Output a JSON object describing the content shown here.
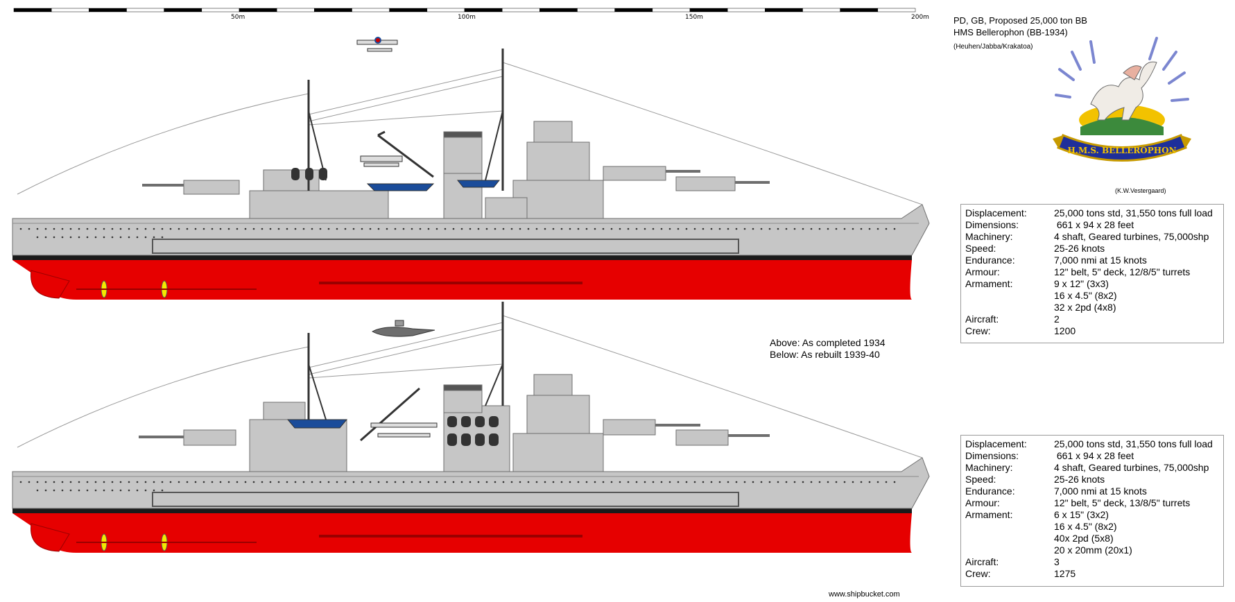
{
  "scale_bar": {
    "ticks": [
      "50m",
      "100m",
      "150m",
      "200m"
    ]
  },
  "header": {
    "line1": "PD, GB, Proposed 25,000 ton BB",
    "line2": "HMS Bellerophon (BB-1934)",
    "line3": "(Heuhen/Jabba/Krakatoa)"
  },
  "crest": {
    "motto": "H.M.S. BELLEROPHON",
    "icon": "pegasus-crest-icon"
  },
  "credit": "(K.W.Vestergaard)",
  "caption": {
    "above": "Above: As completed 1934",
    "below": "Below: As rebuilt 1939-40"
  },
  "specs_1934": [
    {
      "key": "Displacement:",
      "value": "25,000 tons std, 31,550 tons full load"
    },
    {
      "key": "Dimensions:",
      "value": " 661 x 94 x 28 feet"
    },
    {
      "key": "Machinery:",
      "value": "4 shaft, Geared turbines, 75,000shp"
    },
    {
      "key": "Speed:",
      "value": "25-26 knots"
    },
    {
      "key": "Endurance:",
      "value": "7,000 nmi at 15 knots"
    },
    {
      "key": "Armour:",
      "value": "12\" belt, 5\" deck, 12/8/5\" turrets"
    },
    {
      "key": "Armament:",
      "value": "9 x 12\" (3x3)"
    },
    {
      "key": "",
      "value": "16 x 4.5\" (8x2)"
    },
    {
      "key": "",
      "value": "32 x 2pd (4x8)"
    },
    {
      "key": "Aircraft:",
      "value": "2"
    },
    {
      "key": "Crew:",
      "value": "1200"
    }
  ],
  "specs_1939": [
    {
      "key": "Displacement:",
      "value": "25,000 tons std, 31,550 tons full load"
    },
    {
      "key": "Dimensions:",
      "value": " 661 x 94 x 28 feet"
    },
    {
      "key": "Machinery:",
      "value": "4 shaft, Geared turbines, 75,000shp"
    },
    {
      "key": "Speed:",
      "value": "25-26 knots"
    },
    {
      "key": "Endurance:",
      "value": "7,000 nmi at 15 knots"
    },
    {
      "key": "Armour:",
      "value": "12\" belt, 5\" deck, 13/8/5\" turrets"
    },
    {
      "key": "Armament:",
      "value": "6 x 15\" (3x2)"
    },
    {
      "key": "",
      "value": "16 x 4.5\" (8x2)"
    },
    {
      "key": "",
      "value": "40x 2pd (5x8)"
    },
    {
      "key": "",
      "value": "20 x 20mm (20x1)"
    },
    {
      "key": "Aircraft:",
      "value": "3"
    },
    {
      "key": "Crew:",
      "value": "1275"
    }
  ],
  "footer": "www.shipbucket.com",
  "colors": {
    "hull_grey": "#c6c6c6",
    "hull_red": "#e60000",
    "dark_grey": "#6e6e6e",
    "boot_black": "#1a1a1a",
    "prop_yellow": "#f5e800"
  }
}
